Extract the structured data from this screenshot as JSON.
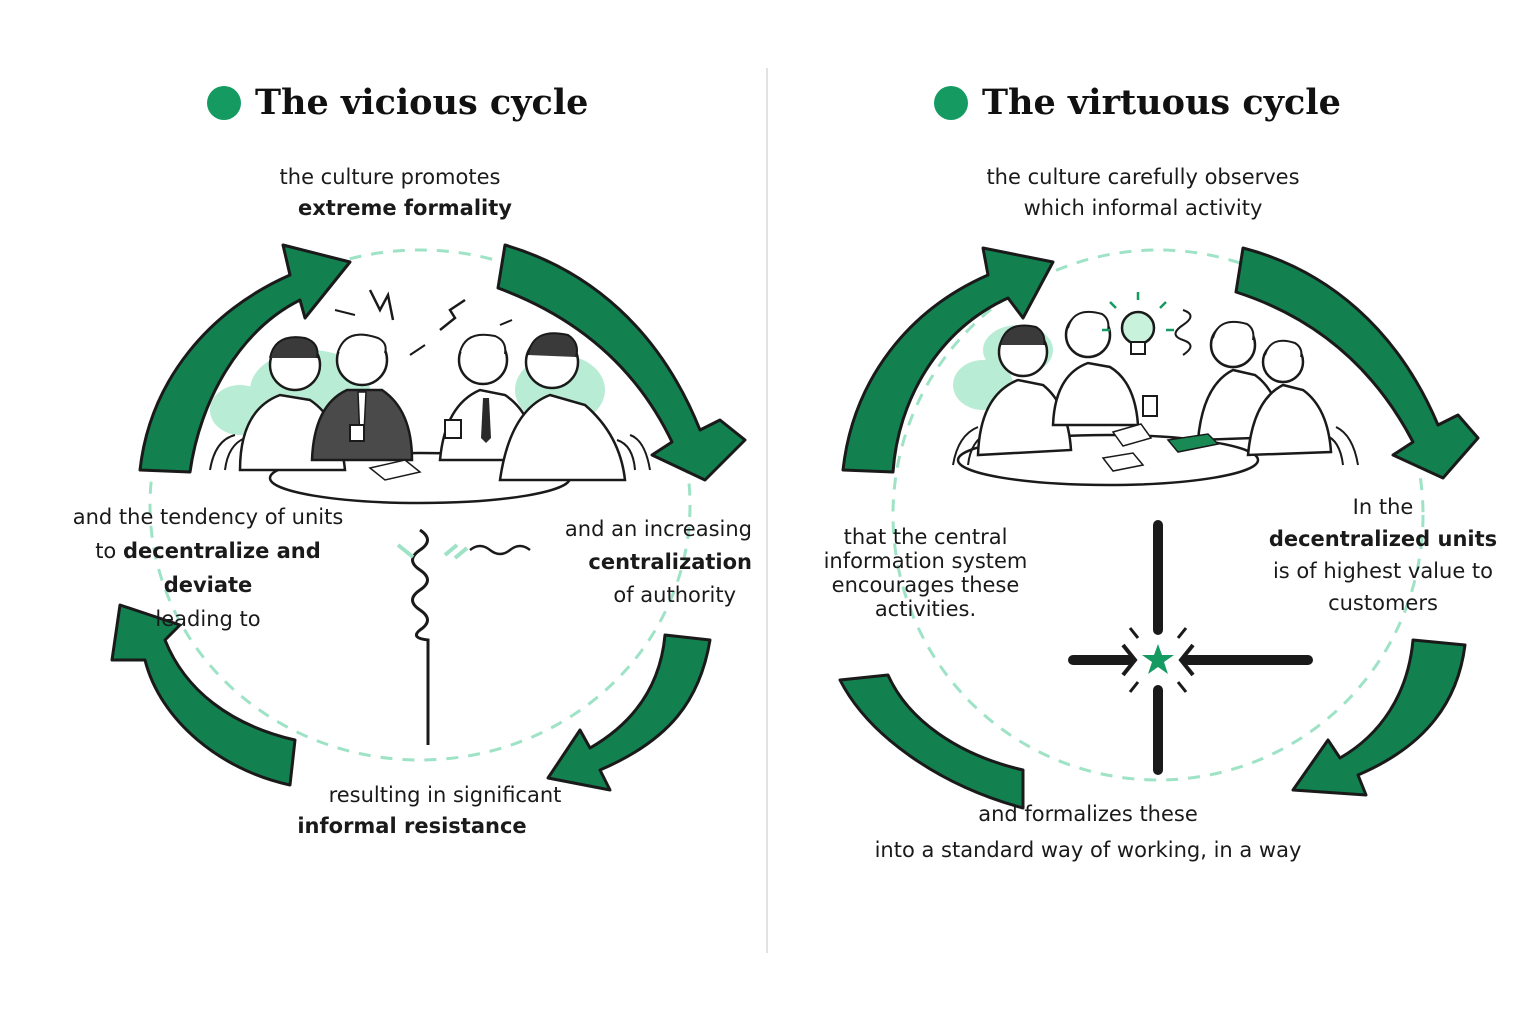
{
  "left": {
    "title": "The vicious cycle",
    "top_line1": "the culture promotes",
    "top_line2": "extreme formality",
    "right_line1": "and an increasing",
    "right_line2": "centralization",
    "right_line3": "of authority",
    "bottom_line1": "resulting in significant",
    "bottom_line2": "informal resistance",
    "left_line1": "and the tendency of units",
    "left_line2a": "to ",
    "left_line2b": "decentralize and deviate",
    "left_line3": "leading to"
  },
  "right": {
    "title": "The virtuous cycle",
    "top_line1": "the culture carefully observes",
    "top_line2": "which informal activity",
    "right_line1": "In the",
    "right_line2": "decentralized units",
    "right_line3": "is of highest value to",
    "right_line4": "customers",
    "bottom_line1": "and formalizes these",
    "bottom_line2": "into a standard way of working, in a way",
    "left_line1": "that the central",
    "left_line2": "information system",
    "left_line3": "encourages these",
    "left_line4": "activities."
  },
  "colors": {
    "accent": "#159a62",
    "arrow_fill": "#13804f",
    "mint": "#9ee3c6",
    "ink": "#1a1a1a"
  },
  "icons": [
    "bullet-dot-icon",
    "cycle-arrow-icon",
    "meeting-illustration",
    "lightbulb-icon",
    "star-icon"
  ]
}
